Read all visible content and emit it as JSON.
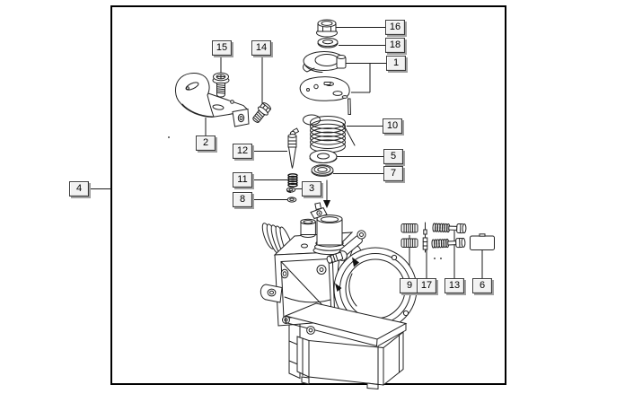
{
  "figure": {
    "type": "exploded-parts-diagram",
    "subject": "carburetor assembly"
  },
  "colors": {
    "line": "#222222",
    "frame_border": "#000000",
    "callout_fill": "#f2f2f2",
    "callout_border": "#3d3d3d",
    "callout_shadow": "#a0a0a0"
  },
  "callouts": {
    "n1": {
      "label": "1"
    },
    "n2": {
      "label": "2"
    },
    "n3": {
      "label": "3"
    },
    "n4": {
      "label": "4"
    },
    "n5": {
      "label": "5"
    },
    "n6": {
      "label": "6"
    },
    "n7": {
      "label": "7"
    },
    "n8": {
      "label": "8"
    },
    "n9": {
      "label": "9"
    },
    "n10": {
      "label": "10"
    },
    "n11": {
      "label": "11"
    },
    "n12": {
      "label": "12"
    },
    "n13": {
      "label": "13"
    },
    "n14": {
      "label": "14"
    },
    "n15": {
      "label": "15"
    },
    "n16": {
      "label": "16"
    },
    "n17": {
      "label": "17"
    },
    "n18": {
      "label": "18"
    }
  }
}
